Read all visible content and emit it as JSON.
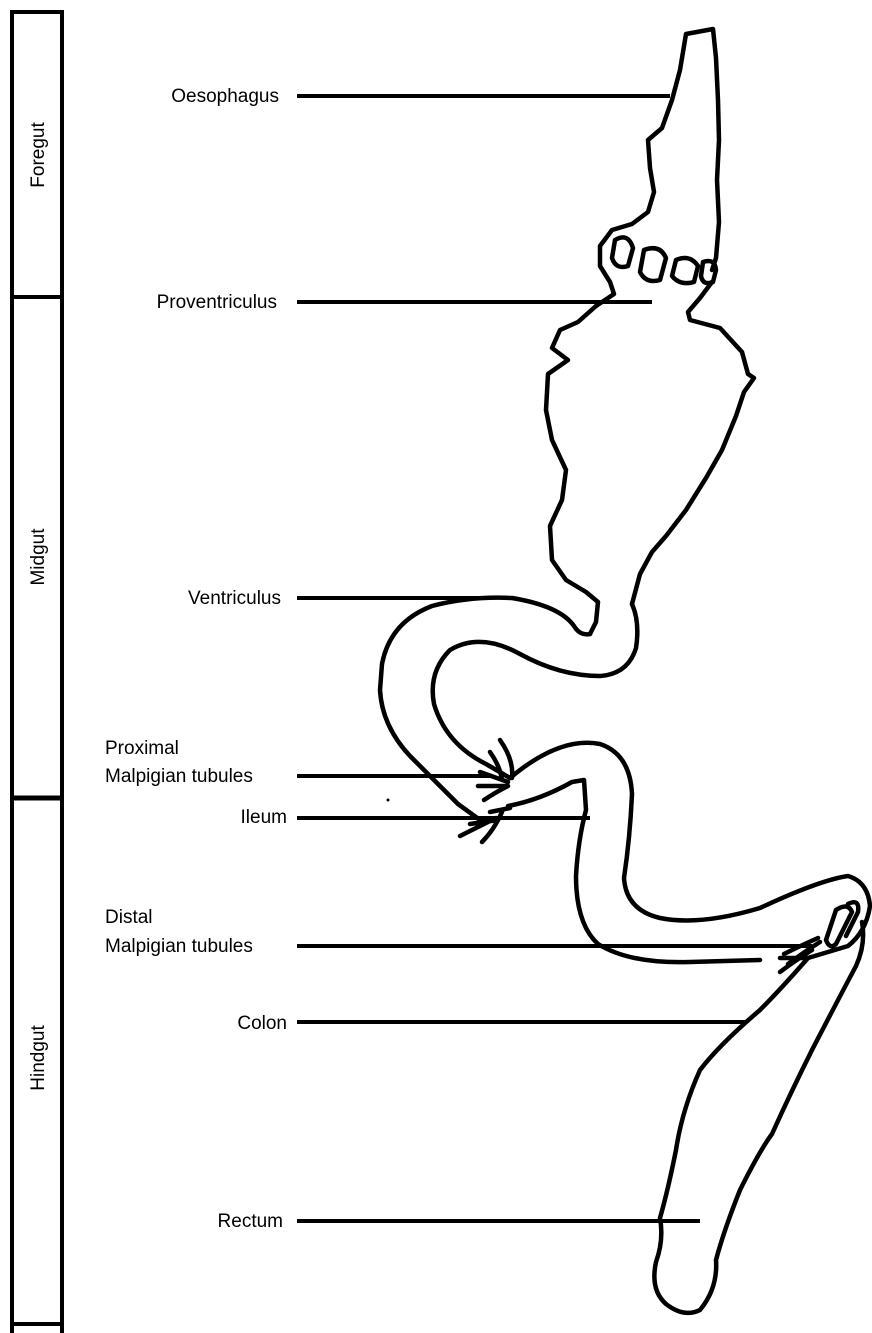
{
  "sections": [
    {
      "id": "foregut",
      "label": "Foregut"
    },
    {
      "id": "midgut",
      "label": "Midgut"
    },
    {
      "id": "hindgut",
      "label": "Hindgut"
    }
  ],
  "labels": [
    {
      "id": "oesophagus",
      "lines": [
        "Oesophagus"
      ]
    },
    {
      "id": "proventriculus",
      "lines": [
        "Proventriculus"
      ]
    },
    {
      "id": "ventriculus",
      "lines": [
        "Ventriculus"
      ]
    },
    {
      "id": "proximal-malpigian-tubules",
      "lines": [
        "Proximal",
        "Malpigian tubules"
      ]
    },
    {
      "id": "ileum",
      "lines": [
        "Ileum"
      ]
    },
    {
      "id": "distal-malpigian-tubules",
      "lines": [
        "Distal",
        "Malpigian tubules"
      ]
    },
    {
      "id": "colon",
      "lines": [
        "Colon"
      ]
    },
    {
      "id": "rectum",
      "lines": [
        "Rectum"
      ]
    }
  ]
}
